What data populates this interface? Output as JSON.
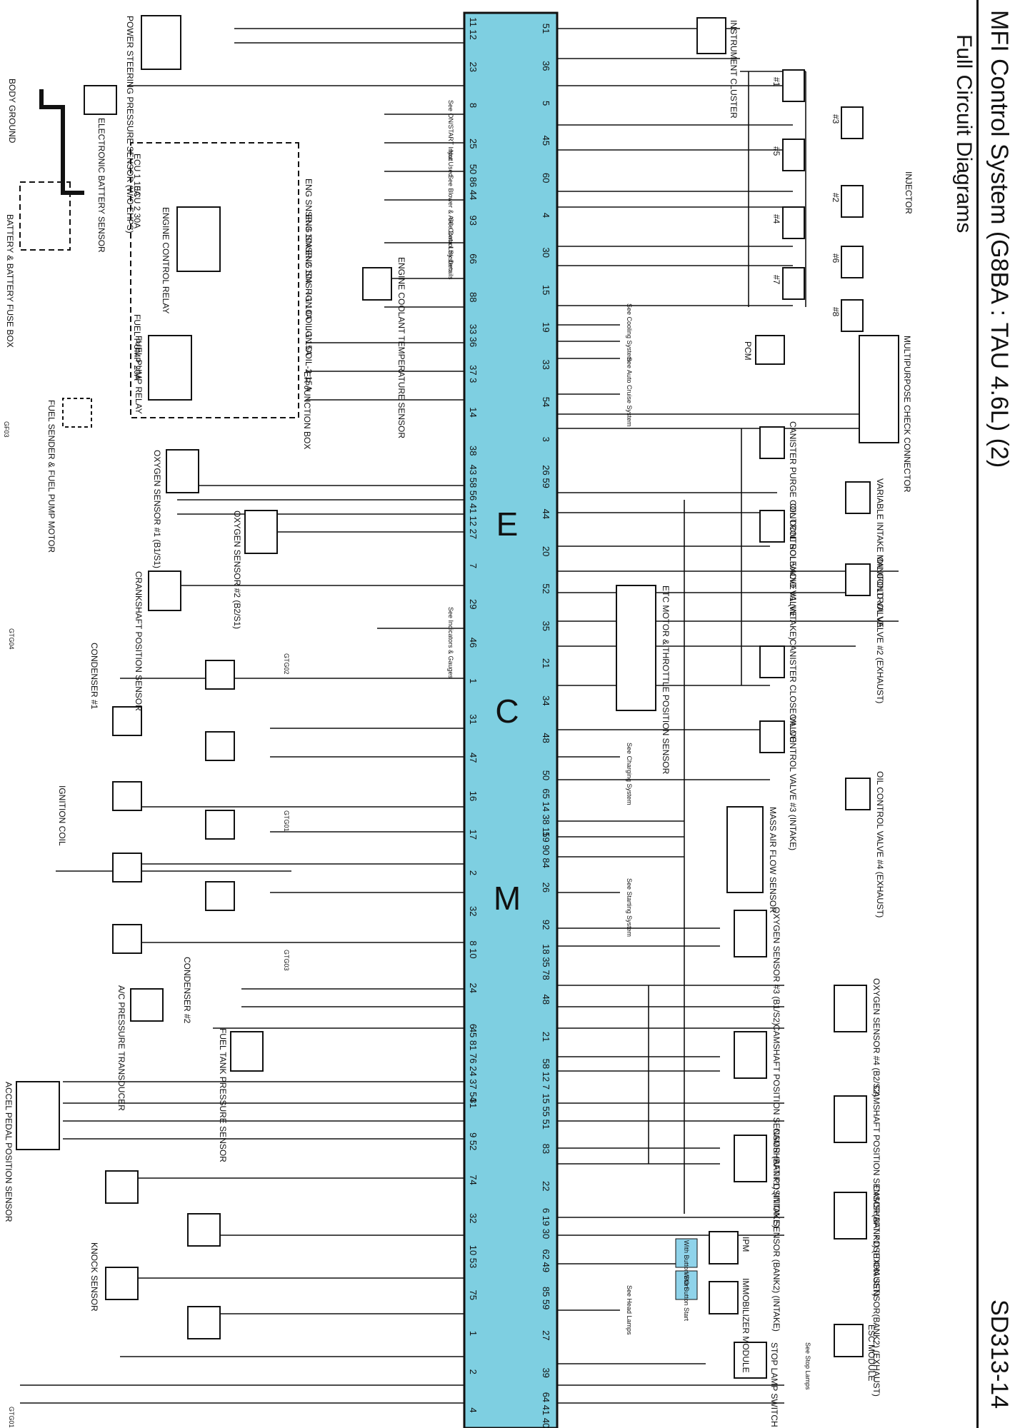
{
  "header": {
    "title": "MFI Control System (G8BA : TAU 4.6L) (2)",
    "subtitle": "Full Circuit Diagrams",
    "page_code": "SD313-14"
  },
  "ecm": {
    "letters": [
      "E",
      "C",
      "M"
    ],
    "color": "#7ECFE1"
  },
  "ecm_pins_bottom": [
    "11 12",
    "23",
    "8",
    "25",
    "50 86 44",
    "93",
    "66",
    "88",
    "33 36",
    "37 3",
    "14",
    "38",
    "43 58 56 41",
    "12 27",
    "7",
    "29",
    "46",
    "1",
    "31",
    "47",
    "16",
    "17",
    "2",
    "32",
    "8 10",
    "24",
    "6",
    "45 81 76 24 37 54",
    "31",
    "9 52",
    "74",
    "32",
    "10 53",
    "75",
    "1",
    "2",
    "4"
  ],
  "ecm_pins_top": [
    "51",
    "36",
    "5",
    "45",
    "60",
    "4",
    "30",
    "15",
    "19",
    "33",
    "54",
    "3",
    "26 59",
    "44",
    "20",
    "52",
    "35",
    "21",
    "34",
    "48",
    "50",
    "65 14 38 11",
    "59 90 84",
    "26",
    "92",
    "18 35 78",
    "48",
    "21",
    "58 12 7",
    "15 55 51",
    "83",
    "22",
    "6 19 30",
    "62 49",
    "85 59",
    "27",
    "39",
    "64 41 40"
  ],
  "components_top": [
    "INSTRUMENT CLUSTER",
    "INJECTOR",
    "#1",
    "#2",
    "#3",
    "#4",
    "#5",
    "#6",
    "#7",
    "#8",
    "MULTIPURPOSE CHECK CONNECTOR",
    "PCM",
    "CANISTER PURGE CONTROL SOLENOID VALVE",
    "VARIABLE INTAKE MANIFOLD VALVE",
    "OIL CONTROL VALVE #1 (INTAKE)",
    "OIL CONTROL VALVE #2 (EXHAUST)",
    "ETC MOTOR & THROTTLE POSITION SENSOR",
    "CANISTER CLOSE VALVE",
    "OIL CONTROL VALVE #3 (INTAKE)",
    "OIL CONTROL VALVE #4 (EXHAUST)",
    "MASS AIR FLOW SENSOR",
    "OXYGEN SENSOR #3 (B1/S2)",
    "OXYGEN SENSOR #4 (B2/S2)",
    "CAMSHAFT POSITION SENSOR (BANK1) (INTAKE)",
    "CAMSHAFT POSITION SENSOR(BANK1) (EXHAUST)",
    "CAMSHAFT POSITION SENSOR (BANK2) (INTAKE)",
    "CAMSHAFT POSITION SENSOR(BANK2) (EXHAUST)",
    "IPM",
    "IMMOBILIZER MODULE",
    "ESC MODULE",
    "STOP LAMP SWITCH"
  ],
  "components_bottom": [
    "POWER STEERING PRESSURE SENSOR (W/O EHPS)",
    "BODY GROUND",
    "ELECTRONIC BATTERY SENSOR",
    "BATTERY & BATTERY FUSE BOX",
    "ECU 1 10A",
    "ECU 2 30A",
    "ENGINE CONTROL RELAY",
    "ENG SNSR-3 10A",
    "ENG SNSR-2 10A",
    "ENG SNSR-1 10A",
    "IGN COIL-1 15A",
    "IGN COIL-2 15A",
    "FUEL PUMP 20A",
    "FUEL PUMP RELAY",
    "ER JUNCTION BOX",
    "ENGINE COOLANT TEMPERATURE SENSOR",
    "FUEL SENDER & FUEL PUMP MOTOR",
    "OXYGEN SENSOR #1 (B1/S1)",
    "OXYGEN SENSOR #2 (B2/S1)",
    "CRANKSHAFT POSITION SENSOR",
    "CONDENSER #1",
    "CONDENSER #2",
    "IGNITION COIL",
    "A/C PRESSURE TRANSDUCER",
    "FUEL TANK PRESSURE SENSOR",
    "ACCEL PEDAL POSITION SENSOR",
    "KNOCK SENSOR"
  ],
  "notes": [
    "See ON/START Input",
    "Not Used",
    "See Blower & A/C Control System",
    "See Data Link Details",
    "See Cooling System",
    "See Auto Cruise System",
    "See Indicators & Gauges",
    "See Charging System",
    "See Starting System",
    "See Head Lamps",
    "See Stop Lamps",
    "With Button Start",
    "W/O Button Start"
  ],
  "grounds": [
    "GF03",
    "GTG04",
    "GTG02",
    "GTG01",
    "GTG03",
    "GTG01"
  ]
}
